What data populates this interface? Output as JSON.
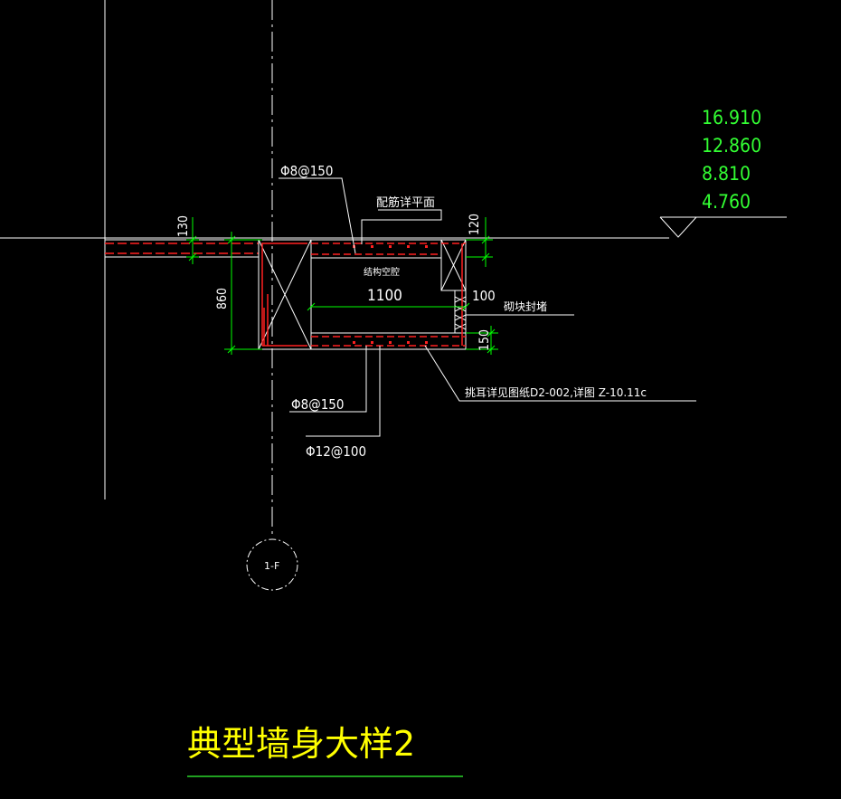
{
  "elevations": [
    "16.910",
    "12.860",
    "8.810",
    "4.760"
  ],
  "rebar": {
    "top": "Φ8@150",
    "bottom_stirrup": "Φ8@150",
    "bottom_main": "Φ12@100"
  },
  "notes": {
    "reinforcement_plan": "配筋详平面",
    "structure_void": "结构空腔",
    "masonry_seal": "砌块封堵",
    "cantilever_detail": "挑耳详见图纸D2-002,详图 Z-10.11c"
  },
  "dimensions": {
    "slab_thk": "130",
    "beam_top": "120",
    "height": "860",
    "width": "1100",
    "gap": "100",
    "bottom_thk": "150"
  },
  "axis_label": "1-F",
  "title": "典型墙身大样2",
  "colors": {
    "background": "#000000",
    "line_white": "#ffffff",
    "rebar_red": "#ff2020",
    "dim_green": "#00ff00",
    "text_yellow": "#ffff00",
    "elev_green": "#33ff33"
  }
}
